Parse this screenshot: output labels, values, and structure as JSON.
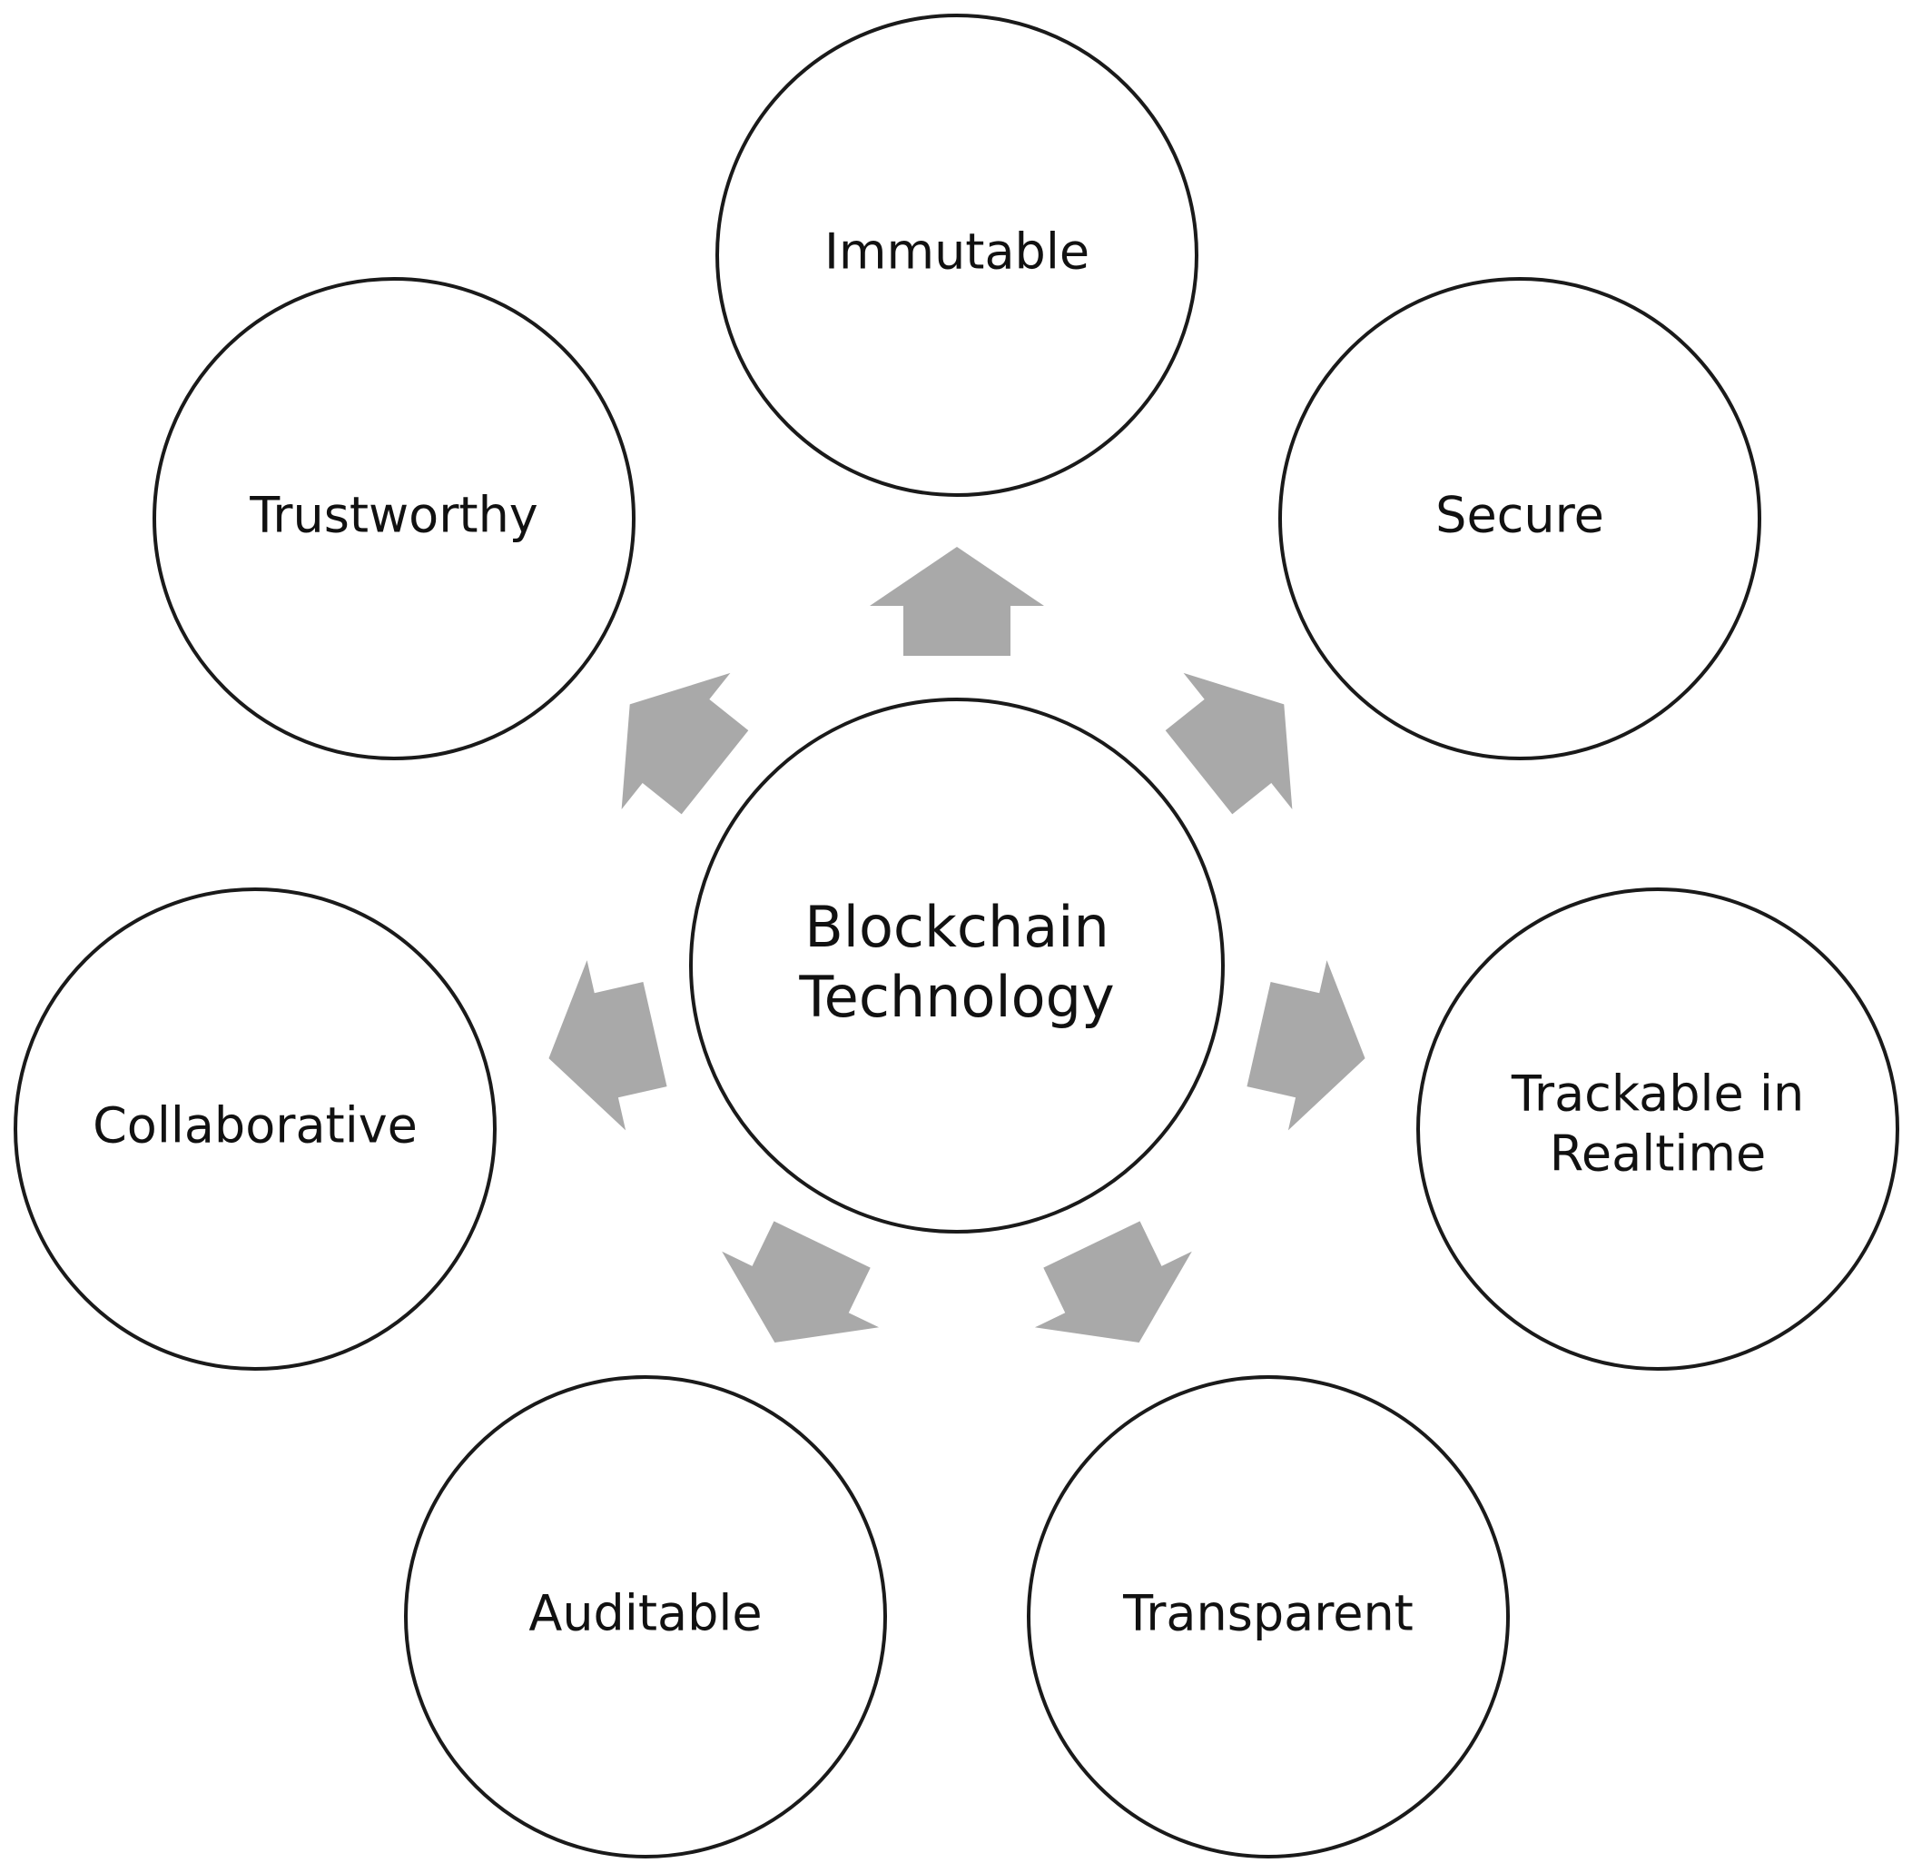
{
  "center": {
    "line1": "Blockchain",
    "line2": "Technology"
  },
  "nodes": {
    "immutable": "Immutable",
    "secure": "Secure",
    "trackable_line1": "Trackable in",
    "trackable_line2": "Realtime",
    "transparent": "Transparent",
    "auditable": "Auditable",
    "collaborative": "Collaborative",
    "trustworthy": "Trustworthy"
  },
  "colors": {
    "arrow": "#a9a9a9",
    "outline": "#1a1a1a",
    "background": "#ffffff"
  }
}
